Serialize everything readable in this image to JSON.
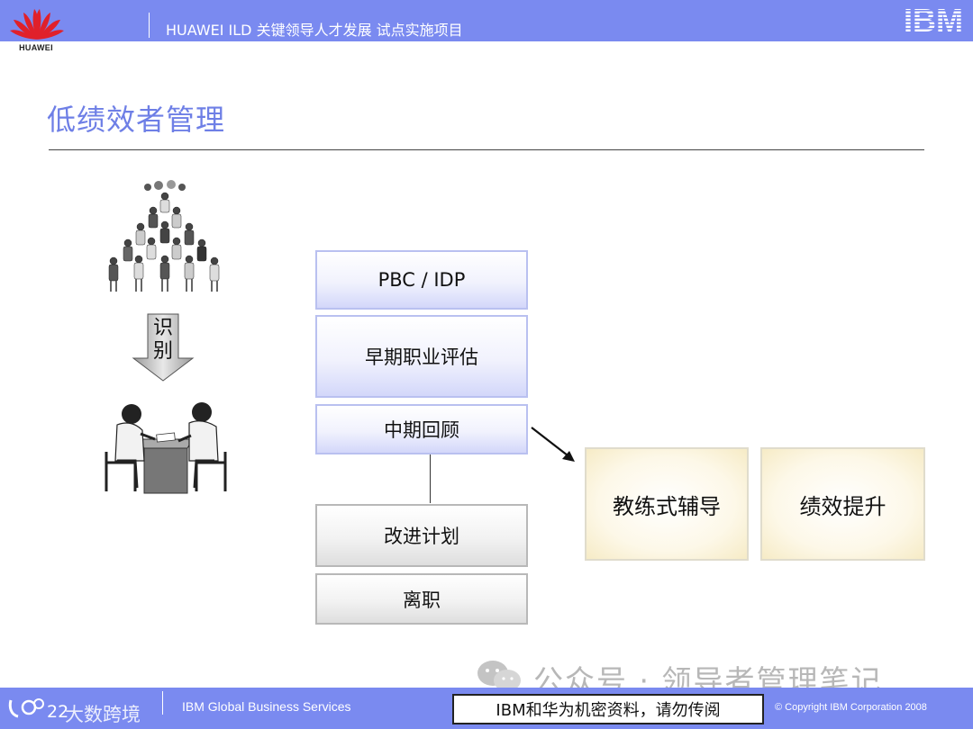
{
  "header": {
    "company": "HUAWEI",
    "title": "HUAWEI ILD 关键领导人才发展 试点实施项目",
    "ibm_logo_text": "IBM"
  },
  "page": {
    "title": "低绩效者管理"
  },
  "left": {
    "arrow_label_1": "识",
    "arrow_label_2": "别"
  },
  "flow": {
    "blue_boxes": [
      "PBC / IDP",
      "早期职业评估",
      "中期回顾"
    ],
    "gray_boxes": [
      "改进计划",
      "离职"
    ],
    "yellow_boxes": [
      "教练式辅导",
      "绩效提升"
    ]
  },
  "watermark": {
    "text": "公众号 · 领导者管理笔记"
  },
  "footer": {
    "page_number": "22",
    "brand": "大数跨境",
    "service": "IBM Global Business Services",
    "confidential": "IBM和华为机密资料，请勿传阅",
    "copyright": "© Copyright IBM Corporation 2008"
  },
  "colors": {
    "bar": "#7a8af0",
    "title": "#6e7fe6",
    "huawei_red": "#e0202a"
  }
}
